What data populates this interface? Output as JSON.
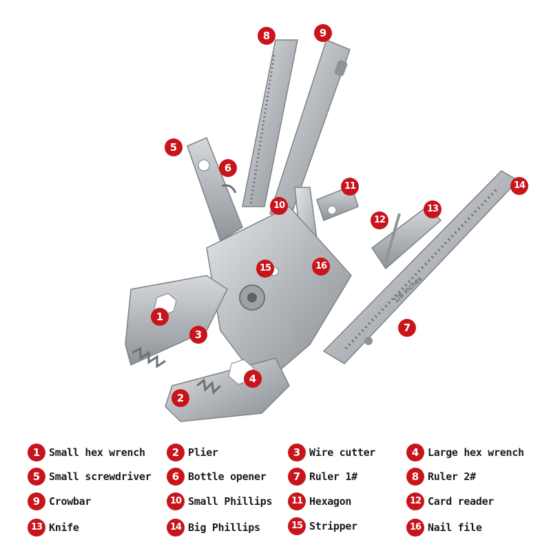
{
  "callouts": [
    "1",
    "2",
    "3",
    "4",
    "5",
    "6",
    "7",
    "8",
    "9",
    "10",
    "11",
    "12",
    "13",
    "14",
    "15",
    "16"
  ],
  "ruler_text": "1/8 inches",
  "legend": [
    {
      "num": "1",
      "label": "Small hex wrench"
    },
    {
      "num": "2",
      "label": "Plier"
    },
    {
      "num": "3",
      "label": "Wire cutter"
    },
    {
      "num": "4",
      "label": "Large hex wrench"
    },
    {
      "num": "5",
      "label": "Small screwdriver"
    },
    {
      "num": "6",
      "label": "Bottle opener"
    },
    {
      "num": "7",
      "label": "Ruler 1#"
    },
    {
      "num": "8",
      "label": "Ruler 2#"
    },
    {
      "num": "9",
      "label": "Crowbar"
    },
    {
      "num": "10",
      "label": "Small Phillips"
    },
    {
      "num": "11",
      "label": "Hexagon"
    },
    {
      "num": "12",
      "label": "Card reader"
    },
    {
      "num": "13",
      "label": "Knife"
    },
    {
      "num": "14",
      "label": "Big Phillips"
    },
    {
      "num": "15",
      "label": "Stripper"
    },
    {
      "num": "16",
      "label": "Nail file"
    }
  ],
  "colors": {
    "callout": "#c8141b",
    "steel": "#b8bcc0",
    "steel_dark": "#7d8287",
    "background": "#ffffff"
  }
}
